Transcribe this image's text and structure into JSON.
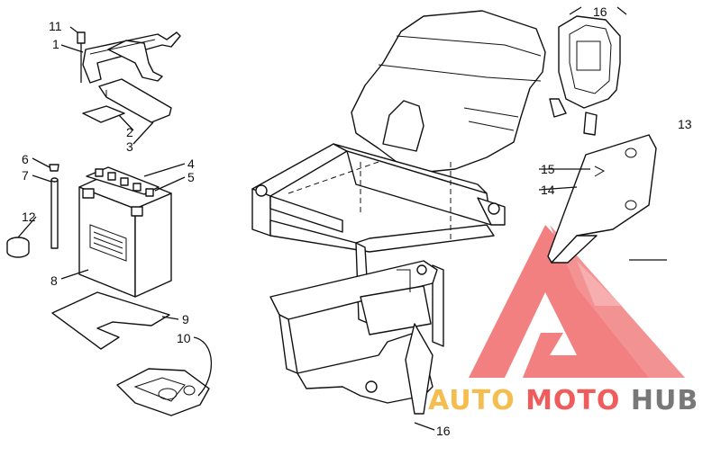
{
  "callouts": {
    "c11": "11",
    "c1": "1",
    "c2": "2",
    "c3": "3",
    "c4": "4",
    "c5": "5",
    "c6": "6",
    "c7": "7",
    "c8": "8",
    "c9": "9",
    "c10": "10",
    "c12": "12",
    "c13": "13",
    "c14": "14",
    "c15": "15",
    "c16_top": "16",
    "c16_bottom": "16"
  },
  "watermark": {
    "brand_part1": "AUTO",
    "brand_part2": "MOTO",
    "brand_part3": "HUB",
    "colors": {
      "yellow": "#f5b63b",
      "red": "#ee4b4b",
      "gray": "#6a6a6a"
    },
    "logo": "triangle-logo-icon"
  }
}
